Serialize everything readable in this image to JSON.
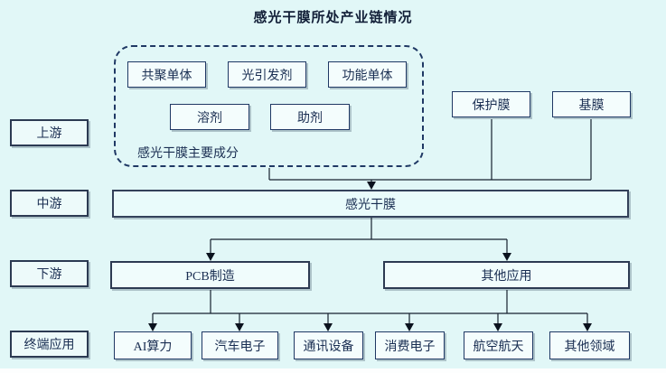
{
  "title": "感光干膜所处产业链情况",
  "stage_labels": {
    "upstream": "上游",
    "midstream": "中游",
    "downstream": "下游",
    "terminal": "终端应用"
  },
  "upstream": {
    "caption": "感光干膜主要成分",
    "row1": [
      "共聚单体",
      "光引发剂",
      "功能单体"
    ],
    "row2": [
      "溶剂",
      "助剂"
    ],
    "films": [
      "保护膜",
      "基膜"
    ]
  },
  "midstream": {
    "product": "感光干膜"
  },
  "downstream": {
    "items": [
      "PCB制造",
      "其他应用"
    ]
  },
  "terminal": {
    "items": [
      "AI算力",
      "汽车电子",
      "通讯设备",
      "消费电子",
      "航空航天",
      "其他领域"
    ]
  },
  "colors": {
    "background": "#E1F7F7",
    "box_fill": "#F4FDFD",
    "border": "#1F3864",
    "text": "#1A2E52",
    "line": "#16212F"
  }
}
